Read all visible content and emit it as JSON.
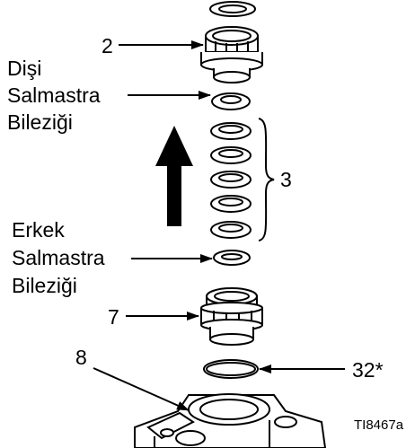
{
  "callouts": {
    "part_2": "2",
    "part_3": "3",
    "part_7": "7",
    "part_8": "8",
    "part_32": "32*"
  },
  "female_gland": {
    "line1": "Dişi",
    "line2": "Salmastra",
    "line3": "Bileziği"
  },
  "male_gland": {
    "line1": "Erkek",
    "line2": "Salmastra",
    "line3": "Bileziği"
  },
  "figure_id": "TI8467a"
}
